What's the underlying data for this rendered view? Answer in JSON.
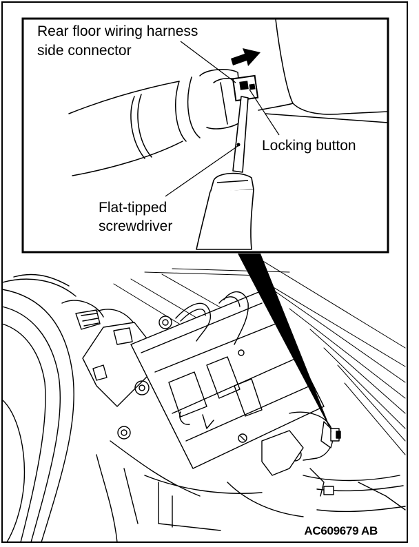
{
  "figure": {
    "callouts": {
      "connector_line1": "Rear floor wiring harness",
      "connector_line2": "side connector",
      "locking_button": "Locking button",
      "screwdriver_line1": "Flat-tipped",
      "screwdriver_line2": "screwdriver"
    },
    "figure_code": "AC609679 AB",
    "colors": {
      "ink": "#000000",
      "paper": "#ffffff"
    },
    "icons": {
      "direction_arrow": "arrow-right-icon"
    }
  }
}
